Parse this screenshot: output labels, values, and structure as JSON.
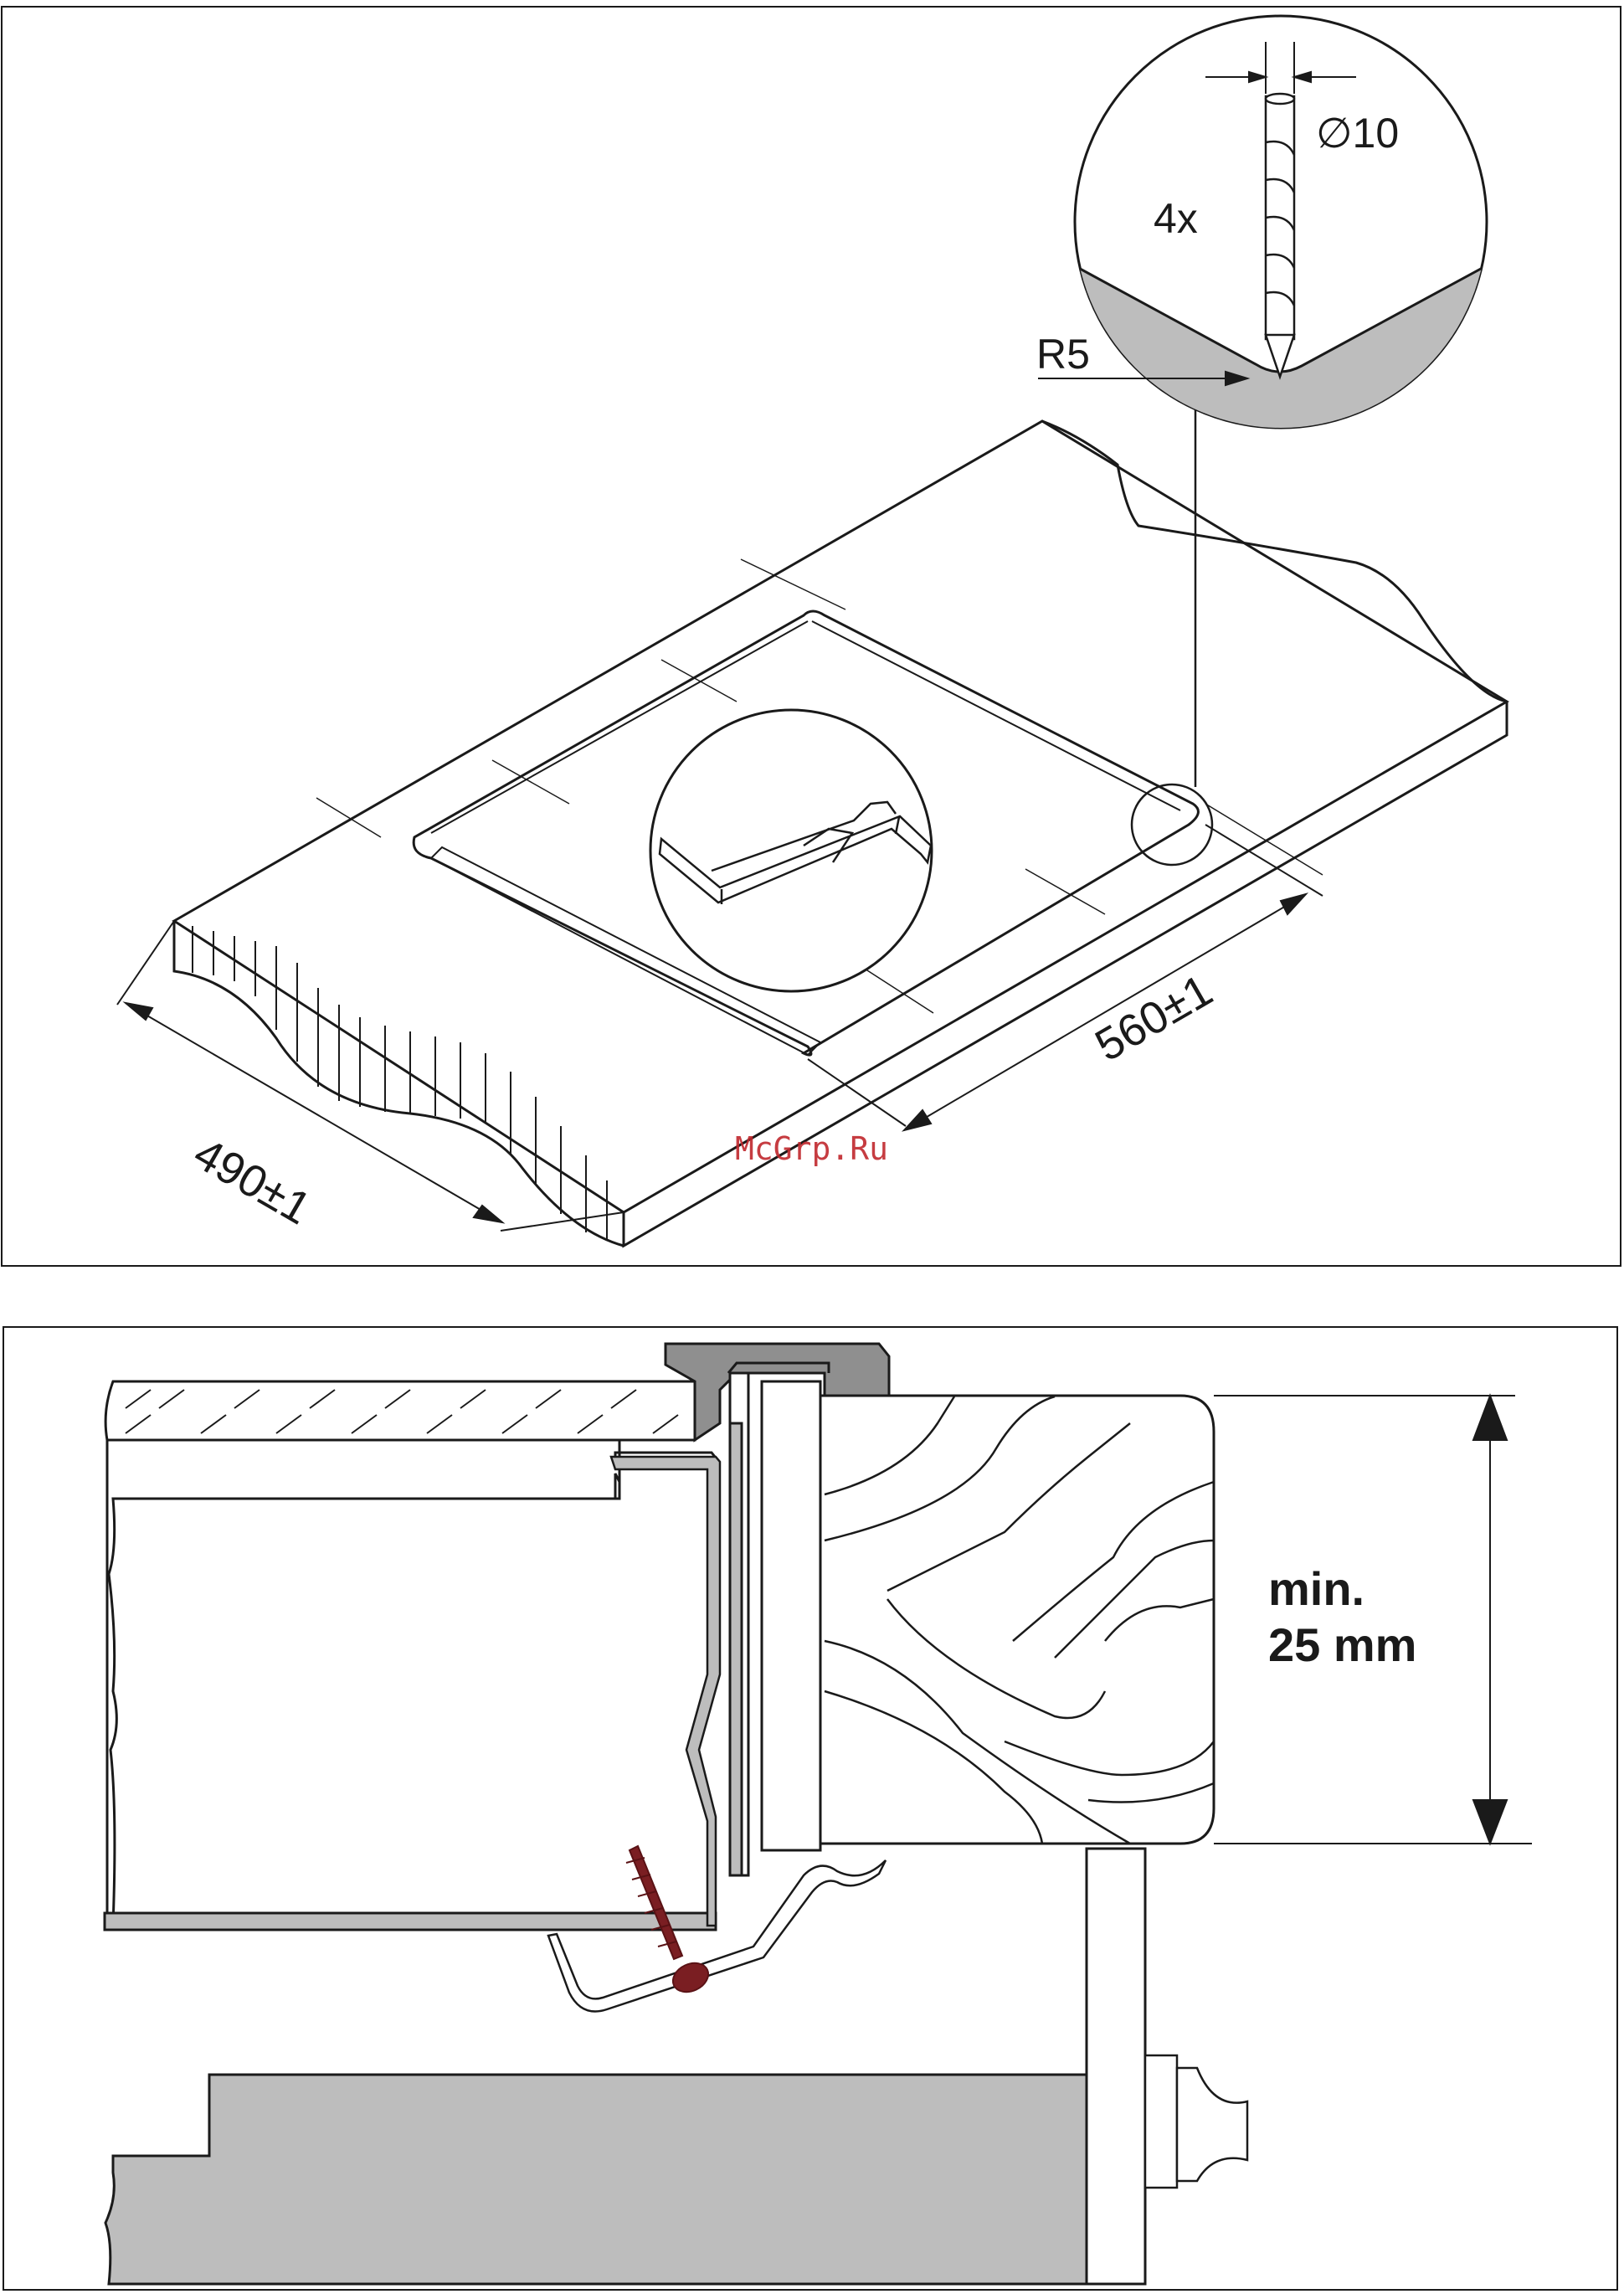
{
  "top": {
    "width_dim": "490±1",
    "depth_dim": "560±1",
    "radius_label": "R5",
    "count_label": "4x",
    "drill_label": "∅10"
  },
  "bottom": {
    "min_label": "min.",
    "thickness_label": "25 mm"
  },
  "watermark": "McGrp.Ru",
  "colors": {
    "line": "#1a1a1a",
    "grey": "#bdbdbd",
    "dark_grey": "#8f8f8f",
    "screw": "#7a1e22"
  },
  "icons": [
    "drill-bit-icon",
    "clip-icon",
    "screw-icon",
    "knob-icon",
    "wood-grain-icon"
  ]
}
